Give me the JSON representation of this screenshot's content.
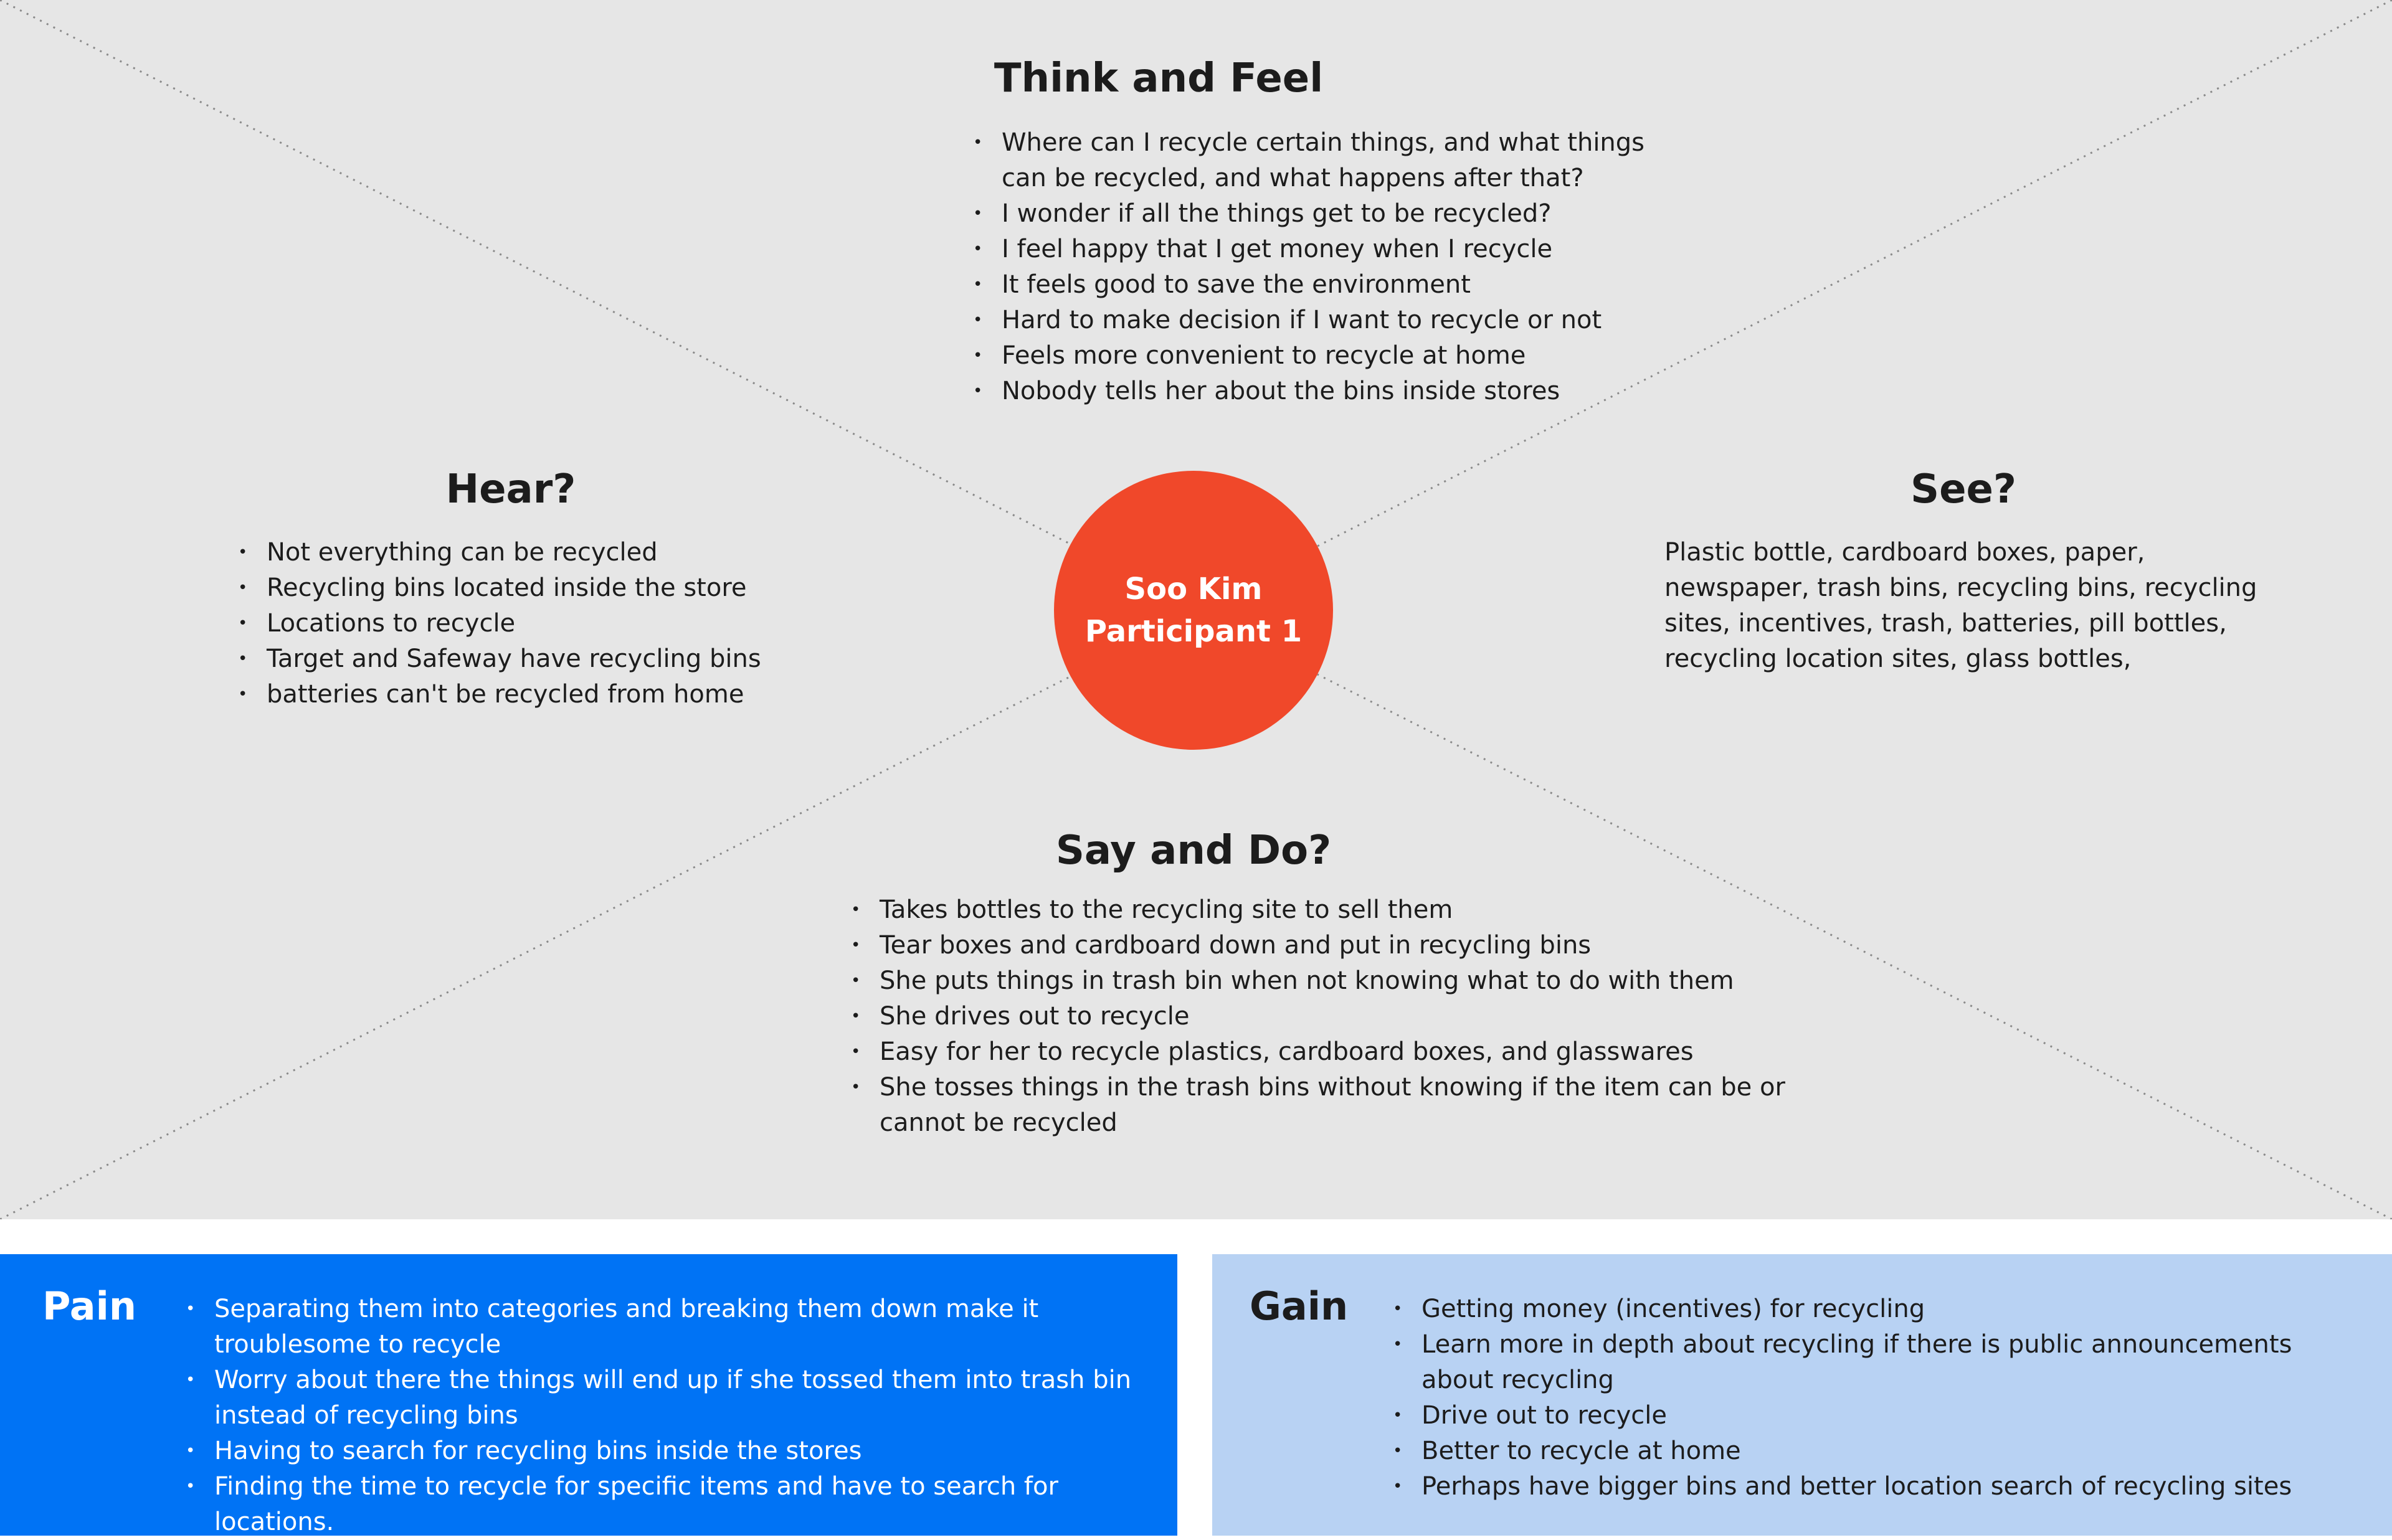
{
  "colors": {
    "canvas": "#e6e6e6",
    "center_circle": "#f0482a",
    "pain_panel": "#0073f5",
    "gain_panel": "#b8d2f3"
  },
  "center": {
    "line1": "Soo Kim",
    "line2": "Participant 1"
  },
  "think_feel": {
    "title": "Think and Feel",
    "items": [
      "Where can I recycle certain things, and what things can be recycled, and what happens after that?",
      "I wonder if all the things get to be recycled?",
      "I feel happy that I get money when I recycle",
      "It feels good to save the environment",
      "Hard to make decision if I want to recycle or not",
      "Feels more convenient to recycle at home",
      "Nobody tells her about the bins inside stores"
    ]
  },
  "hear": {
    "title": "Hear?",
    "items": [
      "Not everything can be recycled",
      "Recycling bins located inside the store",
      "Locations to recycle",
      "Target and Safeway have recycling bins",
      "batteries can't be recycled from home"
    ]
  },
  "see": {
    "title": "See?",
    "text": "Plastic bottle, cardboard boxes, paper, newspaper, trash bins, recycling bins, recycling sites, incentives, trash, batteries, pill bottles, recycling location sites, glass bottles,"
  },
  "say_do": {
    "title": "Say and Do?",
    "items": [
      "Takes bottles to the recycling site to sell them",
      "Tear boxes and cardboard down and put in recycling bins",
      "She puts things in trash bin when not knowing what to do with them",
      "She drives out to recycle",
      "Easy for her to recycle plastics, cardboard boxes, and glasswares",
      "She tosses things in the trash bins without knowing if the item can be or cannot be recycled"
    ]
  },
  "pain": {
    "title": "Pain",
    "items": [
      "Separating them into categories and breaking them down make it troublesome to recycle",
      "Worry about there the things will end up if she tossed them into trash bin instead of recycling bins",
      "Having to search for recycling bins inside the stores",
      "Finding the time to recycle for specific items and have to search for locations."
    ]
  },
  "gain": {
    "title": "Gain",
    "items": [
      "Getting money (incentives) for recycling",
      "Learn more in depth about recycling if there is public announcements about recycling",
      "Drive out to recycle",
      "Better to recycle at home",
      "Perhaps have bigger bins and better location search of recycling sites"
    ]
  }
}
